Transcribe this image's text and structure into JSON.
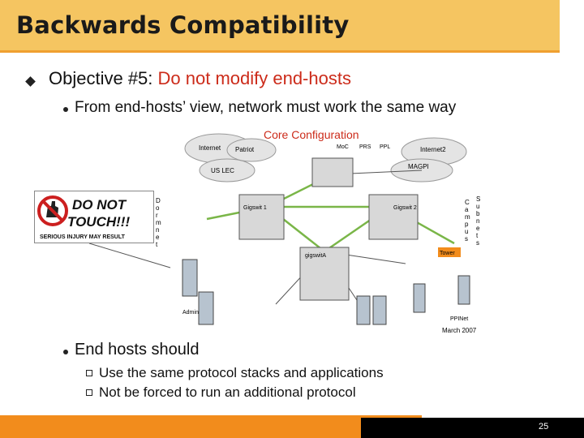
{
  "slide": {
    "title": "Backwards Compatibility",
    "objective_prefix": "Objective #5: ",
    "objective_highlight": "Do not modify end-hosts",
    "sub_bullet": "From end-hosts’ view, network must work the same way",
    "end_hosts": "End hosts should",
    "sub_items": [
      "Use the same protocol stacks and applications",
      "Not be forced to run an additional protocol"
    ],
    "page_number": "25"
  },
  "diagram": {
    "title": "Core Configuration",
    "labels": {
      "internet": "Internet",
      "patriot": "Patriot",
      "mdc": "MoC",
      "prs": "PRS",
      "ppl": "PPL",
      "internet2": "Internet2",
      "magpi": "MAGPI",
      "us_lec": "US LEC",
      "dormnet": [
        "D",
        "o",
        "r",
        "m",
        "n",
        "e",
        "t"
      ],
      "campus": [
        "C",
        "a",
        "m",
        "p",
        "u",
        "s"
      ],
      "subnets": [
        "S",
        "u",
        "b",
        "n",
        "e",
        "t",
        "s"
      ],
      "gigswit1": "Gigswit 1",
      "gigswit2": "Gigswit 2",
      "gigswitA": "gigswitA",
      "tower": "Tower",
      "march": "March 2007",
      "admin": "Admin",
      "ppinet": "PPINet"
    }
  },
  "sign": {
    "line1": "DO NOT",
    "line2": "TOUCH!!!",
    "line3": "SERIOUS INJURY MAY RESULT"
  }
}
